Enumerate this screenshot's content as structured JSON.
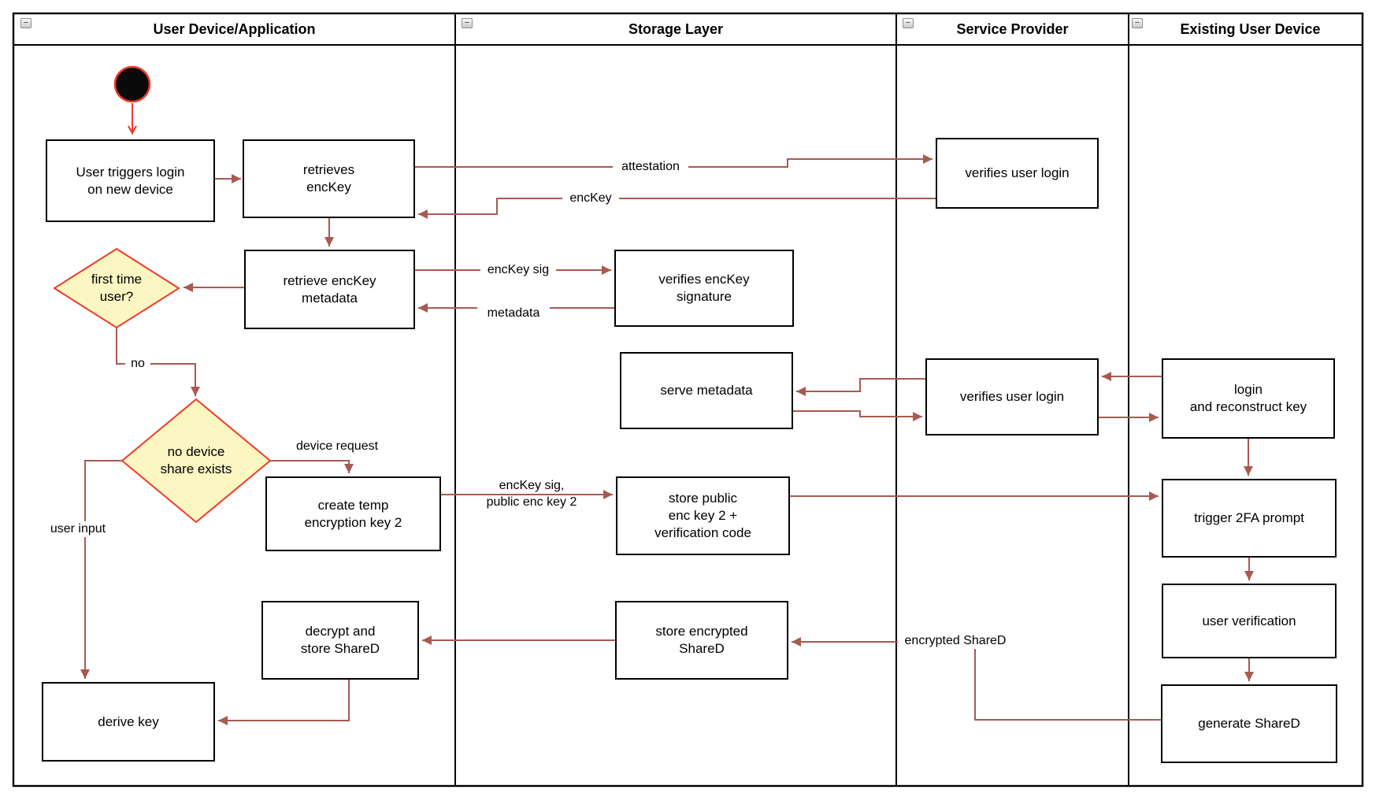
{
  "pool": {
    "lanes": [
      {
        "title": "User Device/Application"
      },
      {
        "title": "Storage Layer"
      },
      {
        "title": "Service Provider"
      },
      {
        "title": "Existing User Device"
      }
    ],
    "collapse_glyph": "−"
  },
  "nodes": {
    "user_triggers_login": {
      "label": "User triggers login\non new device"
    },
    "retrieves_enckey": {
      "label": "retrieves\nencKey"
    },
    "retrieve_enckey_metadata": {
      "label": "retrieve encKey\nmetadata"
    },
    "first_time_user": {
      "label": "first time\nuser?"
    },
    "no_device_share_exists": {
      "label": "no device\nshare exists"
    },
    "create_temp_key2": {
      "label": "create temp\nencryption key 2"
    },
    "decrypt_store_shared": {
      "label": "decrypt and\nstore ShareD"
    },
    "derive_key": {
      "label": "derive key"
    },
    "verifies_enckey_signature": {
      "label": "verifies encKey\nsignature"
    },
    "serve_metadata": {
      "label": "serve metadata"
    },
    "store_public_enc_key2": {
      "label": "store public\nenc key 2 +\nverification code"
    },
    "store_encrypted_shared": {
      "label": "store encrypted\nShareD"
    },
    "verifies_user_login_top": {
      "label": "verifies user login"
    },
    "verifies_user_login_mid": {
      "label": "verifies user login"
    },
    "login_reconstruct_key": {
      "label": "login\nand reconstruct key"
    },
    "trigger_2fa": {
      "label": "trigger 2FA prompt"
    },
    "user_verification": {
      "label": "user verification"
    },
    "generate_shared": {
      "label": "generate ShareD"
    }
  },
  "edge_labels": {
    "attestation": "attestation",
    "enckey": "encKey",
    "enckey_sig": "encKey sig",
    "metadata": "metadata",
    "no": "no",
    "device_request": "device request",
    "enckey_sig_public": "encKey sig,\npublic enc key 2",
    "user_input": "user input",
    "encrypted_shared": "encrypted ShareD"
  },
  "colors": {
    "arrow": "#a85a50",
    "accent": "#ee3b2c",
    "decision_fill": "#fbf6c2",
    "box_border": "#000000"
  }
}
